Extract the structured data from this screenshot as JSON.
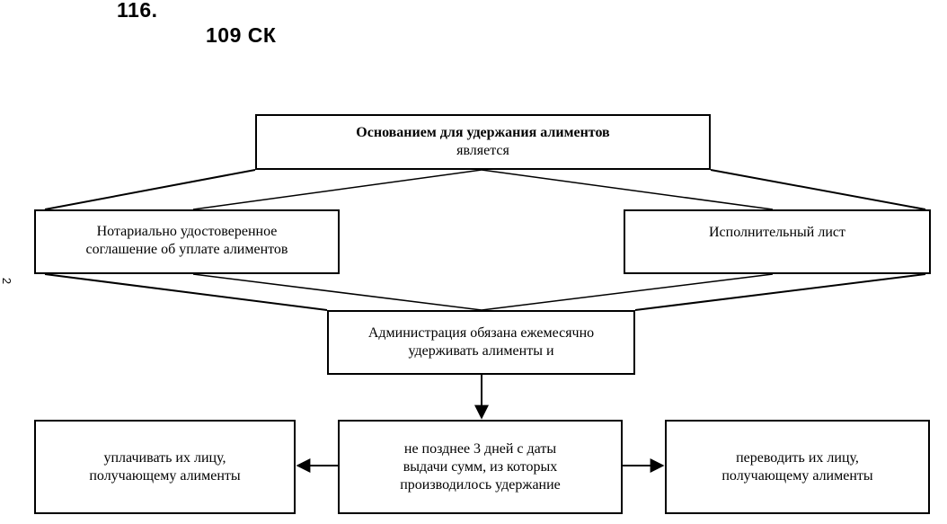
{
  "header": {
    "number": "116.",
    "code": "109 СК",
    "side_mark": "2"
  },
  "nodes": {
    "top": {
      "line1": "Основанием для удержания алиментов",
      "line2": "является"
    },
    "left": {
      "line1": "Нотариально удостоверенное",
      "line2": "соглашение об уплате алиментов"
    },
    "right": {
      "line1": "Исполнительный лист"
    },
    "admin": {
      "line1": "Администрация обязана ежемесячно",
      "line2": "удерживать алименты и"
    },
    "bottom_left": {
      "line1": "уплачивать их лицу,",
      "line2": "получающему алименты"
    },
    "bottom_center": {
      "line1": "не позднее 3 дней с даты",
      "line2": "выдачи сумм, из которых",
      "line3": "производилось удержание"
    },
    "bottom_right": {
      "line1": "переводить их лицу,",
      "line2": "получающему алименты"
    }
  }
}
